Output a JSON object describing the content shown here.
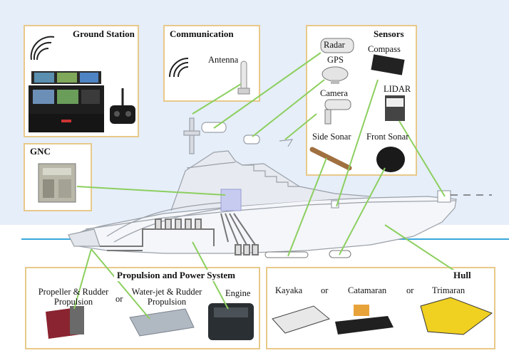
{
  "panels": {
    "ground_station": "Ground Station",
    "communication": "Communication",
    "sensors": "Sensors",
    "gnc": "GNC",
    "propulsion": "Propulsion and Power System",
    "hull": "Hull"
  },
  "components": {
    "antenna": "Antenna",
    "radar": "Radar",
    "gps": "GPS",
    "compass": "Compass",
    "camera": "Camera",
    "lidar": "LIDAR",
    "side_sonar": "Side Sonar",
    "front_sonar": "Front Sonar"
  },
  "propulsion_items": {
    "propeller_line1": "Propeller & Rudder",
    "propeller_line2": "Propulsion",
    "or": "or",
    "waterjet_line1": "Water-jet & Rudder",
    "waterjet_line2": "Propulsion",
    "engine": "Engine"
  },
  "hull_items": {
    "kayak": "Kayaka",
    "or1": "or",
    "catamaran": "Catamaran",
    "or2": "or",
    "trimaran": "Trimaran"
  },
  "colors": {
    "sky": "#e6eef9",
    "panel_border": "#e8c98a",
    "connector": "#8ccf5f",
    "waterline": "#38a8dd",
    "hull_line": "#9aa0a8",
    "hub": "#c8cbf0"
  }
}
